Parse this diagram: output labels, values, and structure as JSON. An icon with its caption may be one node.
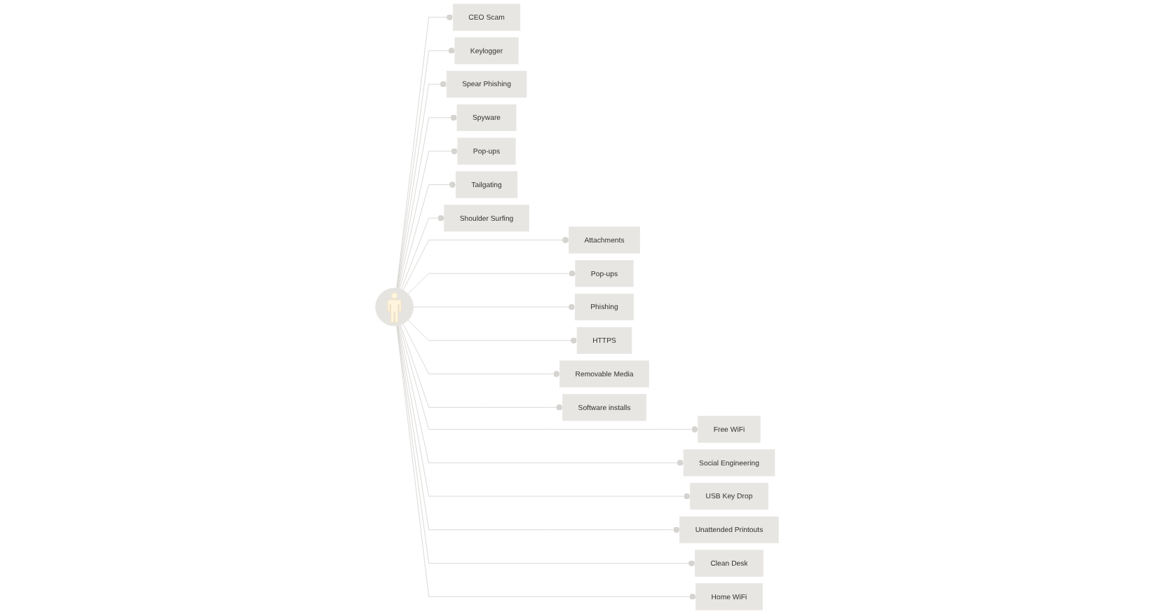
{
  "diagram": {
    "nodes": [
      {
        "text": [],
        "shape": "person"
      },
      {
        "text": [
          "CEO Scam"
        ]
      },
      {
        "text": [
          "Keylogger"
        ]
      },
      {
        "text": [
          "Spear Phishing"
        ]
      },
      {
        "text": [
          "Spyware"
        ]
      },
      {
        "text": [
          "Pop-ups"
        ]
      },
      {
        "text": [
          "Tailgating"
        ]
      },
      {
        "text": [
          "Shoulder Surfing"
        ]
      },
      {
        "text": [
          "Attachments"
        ]
      },
      {
        "text": [
          "Pop-ups"
        ]
      },
      {
        "text": [
          "Phishing"
        ]
      },
      {
        "text": [
          "HTTPS"
        ]
      },
      {
        "text": [
          "Removable Media"
        ]
      },
      {
        "text": [
          "Software installs"
        ]
      },
      {
        "text": [
          "Free WiFi"
        ]
      },
      {
        "text": [
          "Social Engineering"
        ]
      },
      {
        "text": [
          "USB Key Drop"
        ]
      },
      {
        "text": [
          "Unattended Printouts"
        ]
      },
      {
        "text": [
          "Clean Desk"
        ]
      },
      {
        "text": [
          "Home WiFi"
        ]
      }
    ],
    "edges": [
      {
        "from": 0,
        "to": 1,
        "arrow": "other"
      },
      {
        "from": 0,
        "to": 2,
        "arrow": "other"
      },
      {
        "from": 0,
        "to": 3,
        "arrow": "other"
      },
      {
        "from": 0,
        "to": 4,
        "arrow": "other"
      },
      {
        "from": 0,
        "to": 5,
        "arrow": "other"
      },
      {
        "from": 0,
        "to": 6,
        "arrow": "other"
      },
      {
        "from": 0,
        "to": 7,
        "arrow": "other"
      },
      {
        "from": 0,
        "to": 8,
        "arrow": "other"
      },
      {
        "from": 0,
        "to": 9,
        "arrow": "other"
      },
      {
        "from": 0,
        "to": 10,
        "arrow": "other"
      },
      {
        "from": 0,
        "to": 11,
        "arrow": "other"
      },
      {
        "from": 0,
        "to": 12,
        "arrow": "other"
      },
      {
        "from": 0,
        "to": 13,
        "arrow": "other"
      },
      {
        "from": 0,
        "to": 14,
        "arrow": "other"
      },
      {
        "from": 0,
        "to": 15,
        "arrow": "other"
      },
      {
        "from": 0,
        "to": 16,
        "arrow": "other"
      },
      {
        "from": 0,
        "to": 17,
        "arrow": "other"
      },
      {
        "from": 0,
        "to": 18,
        "arrow": "other"
      },
      {
        "from": 0,
        "to": 19,
        "arrow": "other"
      }
    ]
  }
}
